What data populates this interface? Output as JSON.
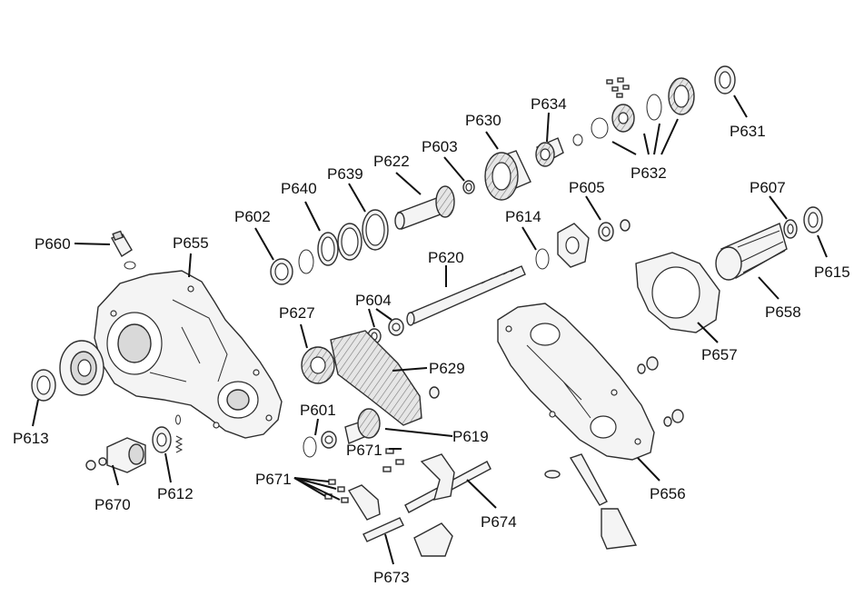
{
  "callouts": {
    "P660": "P660",
    "P655": "P655",
    "P613": "P613",
    "P670": "P670",
    "P612": "P612",
    "P602": "P602",
    "P640": "P640",
    "P639": "P639",
    "P622": "P622",
    "P603": "P603",
    "P630": "P630",
    "P634": "P634",
    "P632": "P632",
    "P631": "P631",
    "P605": "P605",
    "P614": "P614",
    "P607": "P607",
    "P615": "P615",
    "P658": "P658",
    "P657": "P657",
    "P620": "P620",
    "P604": "P604",
    "P627": "P627",
    "P629": "P629",
    "P601": "P601",
    "P619": "P619",
    "P671a": "P671",
    "P671b": "P671",
    "P674": "P674",
    "P673": "P673",
    "P656": "P656"
  }
}
